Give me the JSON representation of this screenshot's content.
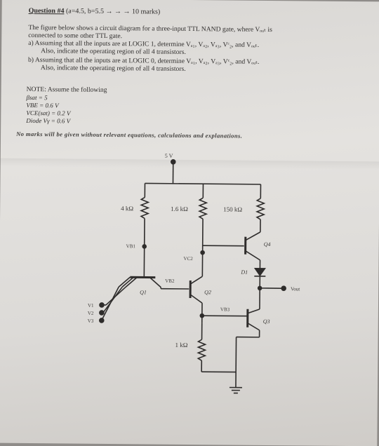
{
  "question": {
    "heading": "Question #4",
    "heading_suffix": "(a=4.5, b=5.5 → → → 10 marks)",
    "intro_1": "The figure below shows a circuit diagram for a three-input TTL NAND gate, where Vₒᵤₜ is",
    "intro_2": "connected to some other TTL gate.",
    "part_a_1": "a)  Assuming that all the inputs are at LOGIC 1, determine Vₐ₁, Vₐ₂, Vₐ₃, Vᶜ₂, and Vₒᵤₜ.",
    "part_a_2": "Also, indicate the operating region of all 4 transistors.",
    "part_b_1": "b)  Assuming that all the inputs are at LOGIC 0, determine Vₐ₁, Vₐ₂, Vₐ₃, Vᶜ₂, and Vₒᵤₜ.",
    "part_b_2": "Also, indicate the operating region of all 4 transistors."
  },
  "notes": {
    "heading": "NOTE: Assume the following",
    "beta": "βsat = 5",
    "vbe": "VBE = 0.6 V",
    "vce": "VCE(sat) = 0.2 V",
    "diode": "Diode Vγ = 0.6 V"
  },
  "warning": "No marks will be given without relevant equations, calculations and explanations.",
  "circuit": {
    "supply": "5 V",
    "r1": "4 kΩ",
    "r2": "1.6 kΩ",
    "r3": "150 kΩ",
    "r4": "1 kΩ",
    "vb1": "VB1",
    "vc2": "VC2",
    "vb2": "VB2",
    "vb3": "VB3",
    "q1": "Q1",
    "q2": "Q2",
    "q3": "Q3",
    "q4": "Q4",
    "d1": "D1",
    "vout": "Vout",
    "in1": "V1",
    "in2": "V2",
    "in3": "V3"
  }
}
